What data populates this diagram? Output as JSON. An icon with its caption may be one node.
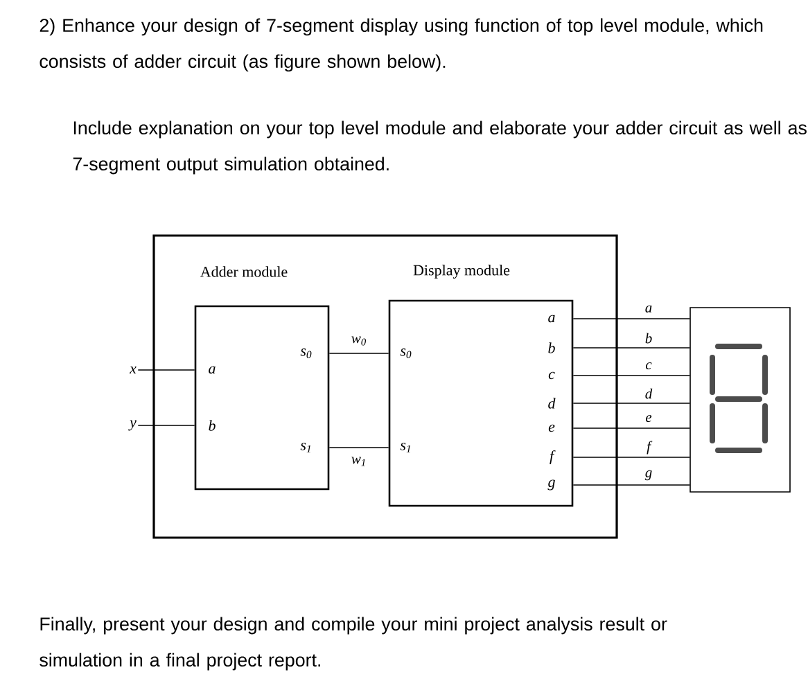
{
  "diagram": {
    "nodes": [
      {
        "text": [],
        "shape": "box"
      },
      {
        "text": [
          "x"
        ]
      },
      {
        "text": [
          "y"
        ]
      },
      {
        "text": [
          "Adder module",
          "a",
          "b",
          "s$_{0}$",
          "s$_{1}$"
        ],
        "in": 0
      },
      {
        "text": [
          "Display module",
          "s$_{0}$",
          "s$_{1}$",
          "a",
          "b",
          "c",
          "d",
          "e",
          "f",
          "g"
        ],
        "in": 0
      },
      {
        "text": [],
        "shape": "box"
      }
    ],
    "edges": [
      {
        "from": 1,
        "to": 3,
        "arrow": "none"
      },
      {
        "from": 2,
        "to": 3,
        "arrow": "none"
      },
      {
        "from": 3,
        "to": 4,
        "arrow": "none",
        "label": "w$_{0}$"
      },
      {
        "from": 3,
        "to": 4,
        "arrow": "none",
        "label": "w$_{1}$"
      },
      {
        "from": 4,
        "to": 5,
        "arrow": "none",
        "label": "a"
      },
      {
        "from": 4,
        "to": 5,
        "arrow": "none",
        "label": "b"
      },
      {
        "from": 4,
        "to": 5,
        "arrow": "none",
        "label": "c"
      },
      {
        "from": 4,
        "to": 5,
        "arrow": "none",
        "label": "d"
      },
      {
        "from": 4,
        "to": 5,
        "arrow": "none",
        "label": "e"
      },
      {
        "from": 4,
        "to": 5,
        "arrow": "none",
        "label": "f"
      },
      {
        "from": 4,
        "to": 5,
        "arrow": "none",
        "label": "g"
      }
    ],
    "labels": [
      "2) Enhance your design of 7-segment display using function of top level module, which consists of adder circuit (as figure shown below).",
      "Include explanation on your top level module and elaborate your adder circuit as well as 7-segment output simulation obtained.",
      "Finally, present your design and compile your mini project analysis result or simulation in a final project report."
    ]
  }
}
